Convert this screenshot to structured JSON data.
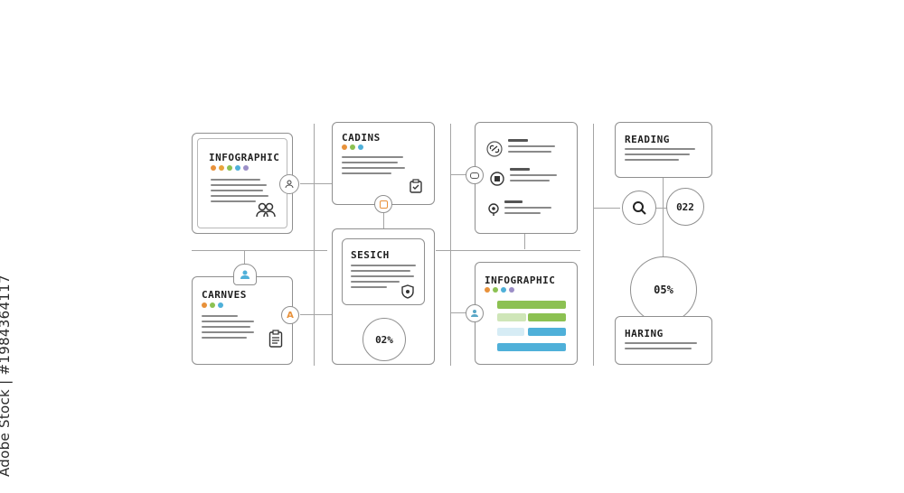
{
  "cards": {
    "infographic_top": {
      "title": "INFOGRAPHIC"
    },
    "cadins": {
      "title": "CADINS"
    },
    "reading": {
      "title": "READING"
    },
    "carnves": {
      "title": "CARNVES"
    },
    "sesich": {
      "title": "SESICH"
    },
    "infographic_bottom": {
      "title": "INFOGRAPHIC"
    },
    "haring": {
      "title": "HARING"
    }
  },
  "metrics": {
    "sesich_percent": "02%",
    "reading_count": "022",
    "big_percent": "05%"
  },
  "watermark": "Adobe Stock | #1984364117",
  "colors": {
    "orange": "#e8913a",
    "green": "#8cc152",
    "blue": "#4fb0d9",
    "teal": "#5aa7c7",
    "light_green": "#cfe6b8"
  }
}
